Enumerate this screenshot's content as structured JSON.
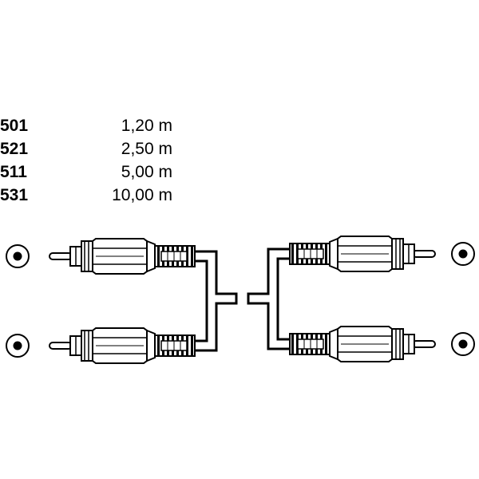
{
  "spec_table": {
    "rows": [
      {
        "code": "501",
        "length": "1,20 m"
      },
      {
        "code": "521",
        "length": "2,50 m"
      },
      {
        "code": "511",
        "length": "5,00 m"
      },
      {
        "code": "531",
        "length": "10,00 m"
      }
    ]
  },
  "icons": {
    "socket": "rca-socket-icon",
    "plug": "rca-plug-icon"
  },
  "colors": {
    "line": "#000000",
    "background": "#ffffff"
  }
}
